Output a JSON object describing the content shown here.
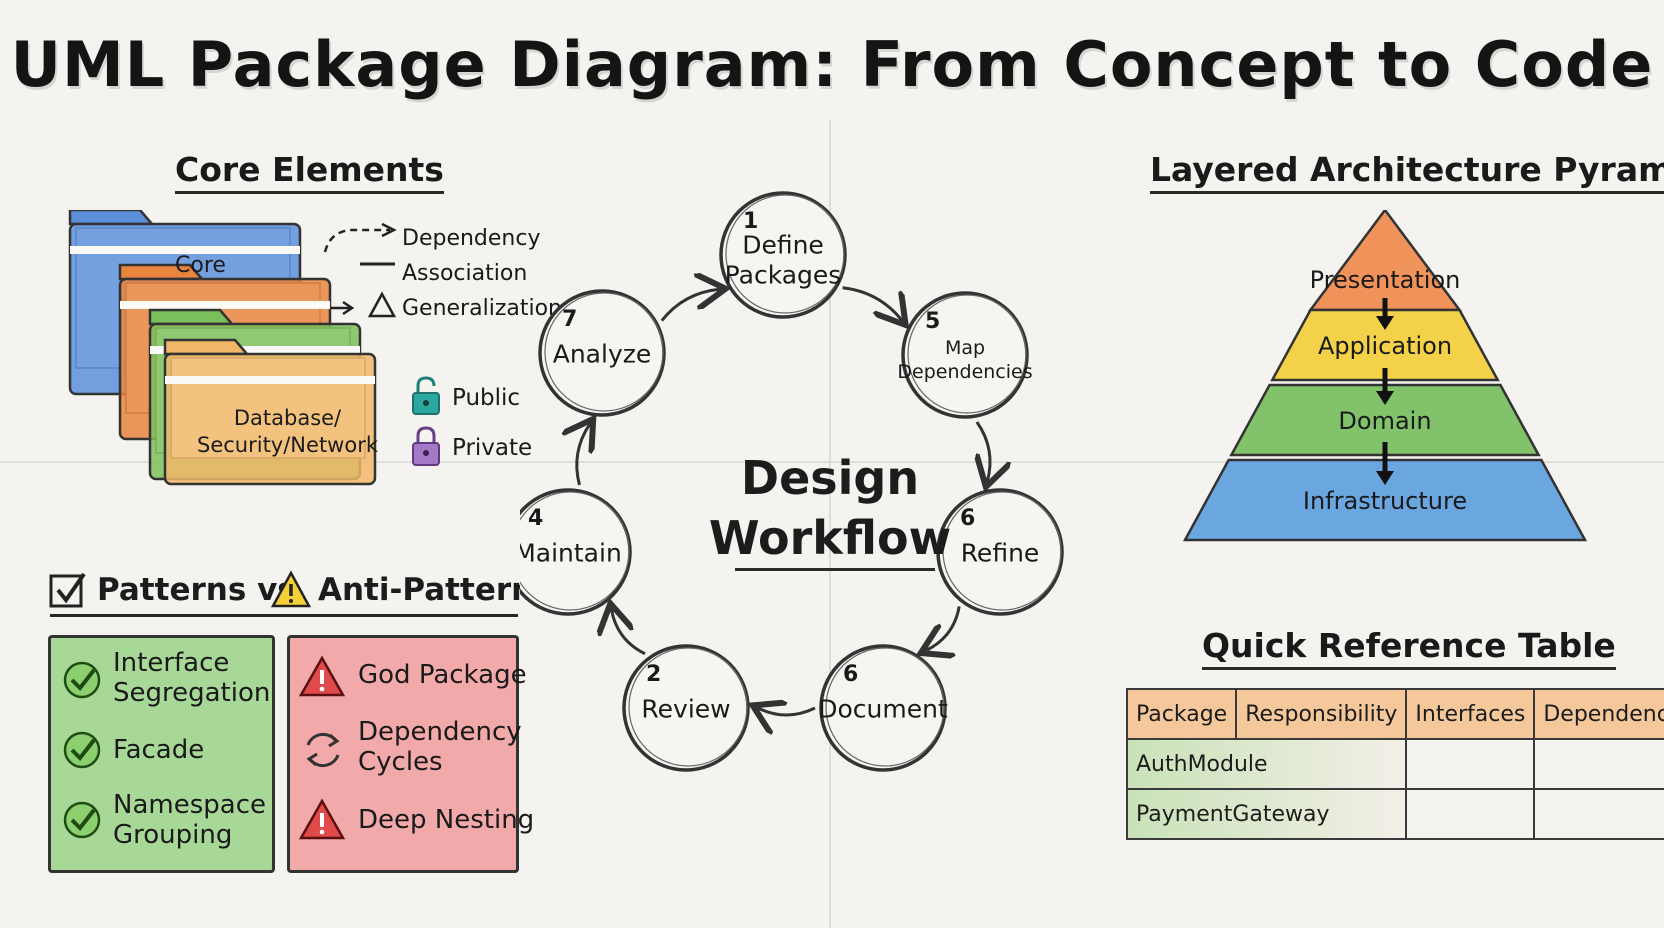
{
  "title": "UML Package Diagram: From Concept to Code",
  "core_elements": {
    "title": "Core Elements",
    "folders": [
      {
        "label": "Core",
        "color": "#5b8fd9"
      },
      {
        "label": "",
        "color": "#e8843e"
      },
      {
        "label": "",
        "color": "#7bbf5a"
      },
      {
        "label": "Database/\nSecurity/Network",
        "color": "#f0b769"
      }
    ],
    "relations": [
      {
        "label": "Dependency",
        "style": "dashed-arrow"
      },
      {
        "label": "Association",
        "style": "solid-line"
      },
      {
        "label": "Generalization",
        "style": "triangle-arrow"
      }
    ],
    "visibility": [
      {
        "label": "Public",
        "icon": "unlocked-padlock-icon",
        "color": "#2aa8a0"
      },
      {
        "label": "Private",
        "icon": "locked-padlock-icon",
        "color": "#8e5bb5"
      }
    ]
  },
  "patterns": {
    "title_left": "Patterns vs",
    "title_right": "Anti-Patterns",
    "good": [
      {
        "label": "Interface\nSegregation",
        "icon": "check-circle-icon"
      },
      {
        "label": "Facade",
        "icon": "check-circle-icon"
      },
      {
        "label": "Namespace\nGrouping",
        "icon": "check-circle-icon"
      }
    ],
    "bad": [
      {
        "label": "God Package",
        "icon": "warning-triangle-icon"
      },
      {
        "label": "Dependency\nCycles",
        "icon": "cycle-arrows-icon"
      },
      {
        "label": "Deep Nesting",
        "icon": "warning-triangle-icon"
      }
    ],
    "good_color": "#9fd48a",
    "bad_color": "#f0a3a3"
  },
  "workflow": {
    "center_title": "Design\nWorkflow",
    "steps": [
      {
        "num": "1",
        "label": "Define\nPackages"
      },
      {
        "num": "5",
        "label": "Map\nDependencies"
      },
      {
        "num": "6",
        "label": "Refine"
      },
      {
        "num": "6",
        "label": "Document"
      },
      {
        "num": "2",
        "label": "Review"
      },
      {
        "num": "4",
        "label": "Maintain"
      },
      {
        "num": "7",
        "label": "Analyze"
      }
    ]
  },
  "pyramid": {
    "title": "Layered Architecture Pyramid",
    "layers": [
      {
        "label": "Presentation",
        "color": "#f0935a"
      },
      {
        "label": "Application",
        "color": "#f3d24a"
      },
      {
        "label": "Domain",
        "color": "#82c26a"
      },
      {
        "label": "Infrastructure",
        "color": "#6aa6e0"
      }
    ]
  },
  "reference_table": {
    "title": "Quick Reference Table",
    "headers": [
      "Package",
      "Responsibility",
      "Interfaces",
      "Dependencies"
    ],
    "rows": [
      [
        "AuthModule",
        "",
        "",
        ""
      ],
      [
        "PaymentGateway",
        "",
        "",
        ""
      ]
    ]
  }
}
